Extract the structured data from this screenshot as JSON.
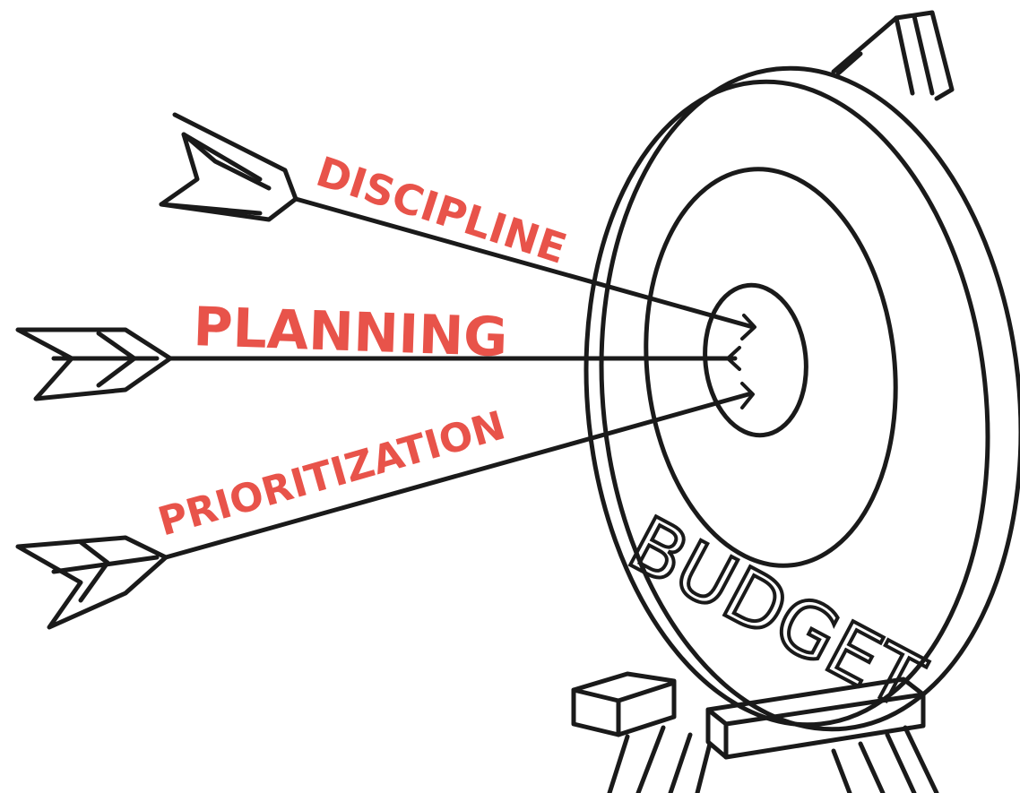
{
  "target": {
    "label": "BUDGET"
  },
  "arrows": [
    {
      "label": "DISCIPLINE"
    },
    {
      "label": "PLANNING"
    },
    {
      "label": "PRIORITIZATION"
    }
  ],
  "colors": {
    "ink": "#1a1a1a",
    "label_red": "#e8534a",
    "background": "#ffffff"
  }
}
